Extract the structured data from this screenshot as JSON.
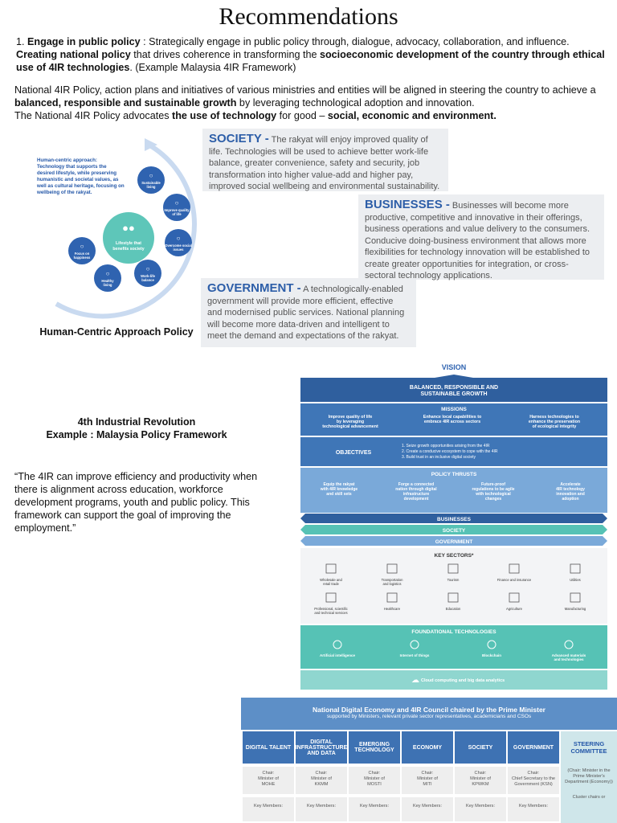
{
  "title": "Recommendations",
  "section1": {
    "number": "1.",
    "lead_bold": "Engage in public policy",
    "lead_rest": " : Strategically engage in public policy through, dialogue, advocacy, collaboration, and influence.",
    "line2_bold": "Creating national policy",
    "line2_mid": " that drives coherence in transforming the ",
    "line2_bold2": "socioeconomic development of the country through ethical use of 4IR technologies",
    "line2_end": ". (Example Malaysia 4IR Framework)"
  },
  "section2": {
    "p1_a": "National 4IR Policy, action plans and initiatives of various ministries and entities will be aligned in steering the country to achieve a ",
    "p1_bold": "balanced, responsible and sustainable growth",
    "p1_b": " by leveraging technological adoption and innovation.",
    "p2_a": "The National 4IR Policy advocates ",
    "p2_bold": "the use of technology",
    "p2_b": " for good – ",
    "p2_bold2": "social, economic and environment."
  },
  "wheel": {
    "intro": "Human-centric approach: Technology that supports the desired lifestyle, while preserving humanistic and societal values, as well as cultural heritage, focusing on wellbeing of the rakyat.",
    "center": "Lifestyle that benefits society",
    "items": [
      "Sustainable living",
      "Improve quality of life",
      "Overcome social issues",
      "Work-life balance",
      "Healthy living",
      "Focus on happiness"
    ],
    "caption": "Human-Centric Approach Policy"
  },
  "society": {
    "head": "SOCIETY -",
    "text": " The rakyat will enjoy improved quality of life. Technologies will be used to achieve better work-life balance, greater convenience, safety and security, job transformation into higher value-add and higher pay, improved social wellbeing and environmental sustainability."
  },
  "businesses": {
    "head": "BUSINESSES -",
    "text": " Businesses will become more productive, competitive and innovative in their offerings, business operations and value delivery to the consumers. Conducive doing-business environment that allows more flexibilities for technology innovation will be established to create greater opportunities for integration, or cross-sectoral technology applications."
  },
  "government": {
    "head": "GOVERNMENT -",
    "text": " A technologically-enabled government will provide more efficient, effective and modernised public services. National planning will become more data-driven and intelligent to meet the demand and expectations of the rakyat."
  },
  "framework_caption": {
    "line1": "4th Industrial Revolution",
    "line2": "Example : Malaysia Policy Framework"
  },
  "quote": "“The 4IR can improve efficiency and productivity when there is alignment across education, workforce development programs, youth and public policy. This framework can support the goal of improving the employment.”",
  "framework": {
    "vision_label": "VISION",
    "vision": [
      "BALANCED, RESPONSIBLE AND",
      "SUSTAINABLE GROWTH"
    ],
    "missions_label": "MISSIONS",
    "missions": [
      [
        "Improve quality of life",
        "by leveraging",
        "technological advancement"
      ],
      [
        "Enhance local capabilities to",
        "embrace 4IR across sectors"
      ],
      [
        "Harness technologies to",
        "enhance the preservation",
        "of ecological integrity"
      ]
    ],
    "objectives_label": "OBJECTIVES",
    "objectives": [
      "1. Seize growth opportunities arising from the 4IR",
      "2. Create a conducive ecosystem to cope with the 4IR",
      "3. Build trust in an inclusive digital society"
    ],
    "thrusts_label": "POLICY THRUSTS",
    "thrusts": [
      [
        "Equip the rakyat",
        "with 4IR knowledge",
        "and skill sets"
      ],
      [
        "Forge a connected",
        "nation through digital",
        "infrastructure",
        "development"
      ],
      [
        "Future-proof",
        "regulations to be agile",
        "with technological",
        "changes"
      ],
      [
        "Accelerate",
        "4IR technology",
        "innovation and",
        "adoption"
      ]
    ],
    "bands": [
      "BUSINESSES",
      "SOCIETY",
      "GOVERNMENT"
    ],
    "sectors_label": "KEY SECTORS*",
    "sectors": [
      [
        "Wholesale and",
        "retail trade"
      ],
      [
        "Transportation",
        "and logistics"
      ],
      [
        "Tourism"
      ],
      [
        "Finance and insurance"
      ],
      [
        "Utilities"
      ],
      [
        "Professional, scientific",
        "and technical services"
      ],
      [
        "Healthcare"
      ],
      [
        "Education"
      ],
      [
        "Agriculture"
      ],
      [
        "Manufacturing"
      ]
    ],
    "foundational_label": "FOUNDATIONAL TECHNOLOGIES",
    "foundational": [
      [
        "Artificial intelligence"
      ],
      [
        "Internet of things"
      ],
      [
        "Blockchain"
      ],
      [
        "Advanced materials",
        "and technologies"
      ]
    ],
    "cloud": "Cloud computing and big data analytics",
    "colors": {
      "dark_blue": "#2f5f9e",
      "mid_blue": "#3f76b7",
      "light_blue": "#7aa9d9",
      "teal": "#56c2b5",
      "light_teal": "#8fd6cf"
    }
  },
  "council": {
    "title": "National Digital Economy and 4IR Council chaired by the Prime Minister",
    "subtitle": "supported by Ministers, relevant private sector representatives, academicians and CSOs",
    "columns": [
      {
        "head": "DIGITAL TALENT",
        "chair": [
          "Chair:",
          "Minister of",
          "MOHE"
        ],
        "members": "Key Members:"
      },
      {
        "head": "DIGITAL INFRASTRUCTURE AND DATA",
        "chair": [
          "Chair:",
          "Minister of",
          "KKMM"
        ],
        "members": "Key Members:"
      },
      {
        "head": "EMERGING TECHNOLOGY",
        "chair": [
          "Chair:",
          "Minister of",
          "MOSTI"
        ],
        "members": "Key Members:"
      },
      {
        "head": "ECONOMY",
        "chair": [
          "Chair:",
          "Minister of",
          "MITI"
        ],
        "members": "Key Members:"
      },
      {
        "head": "SOCIETY",
        "chair": [
          "Chair:",
          "Minister of",
          "KPWKM"
        ],
        "members": "Key Members:"
      },
      {
        "head": "GOVERNMENT",
        "chair": [
          "Chair:",
          "Chief Secretary to the",
          "Government (KSN)"
        ],
        "members": "Key Members:"
      }
    ],
    "steering": {
      "head": "STEERING COMMITTEE",
      "chair": "(Chair: Minister in the Prime Minister's Department (Economy))",
      "extra": "Cluster chairs or"
    }
  }
}
